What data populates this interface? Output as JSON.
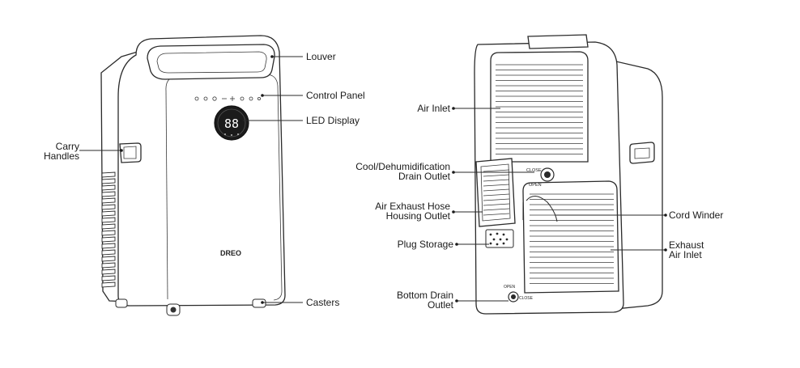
{
  "brand": "DREO",
  "display_digits": "88",
  "front_labels": {
    "louver": "Louver",
    "control_panel": "Control Panel",
    "led_display": "LED Display",
    "carry_handles": [
      "Carry",
      "Handles"
    ],
    "casters": "Casters"
  },
  "back_labels": {
    "air_inlet": "Air Inlet",
    "cool_drain": [
      "Cool/Dehumidification",
      "Drain Outlet"
    ],
    "exhaust_hose": [
      "Air Exhaust Hose",
      "Housing Outlet"
    ],
    "plug_storage": "Plug Storage",
    "bottom_drain": [
      "Bottom Drain",
      "Outlet"
    ],
    "cord_winder": "Cord Winder",
    "exhaust_inlet": [
      "Exhaust",
      "Air Inlet"
    ]
  },
  "knob_labels": {
    "close": "CLOSE",
    "open": "OPEN"
  }
}
